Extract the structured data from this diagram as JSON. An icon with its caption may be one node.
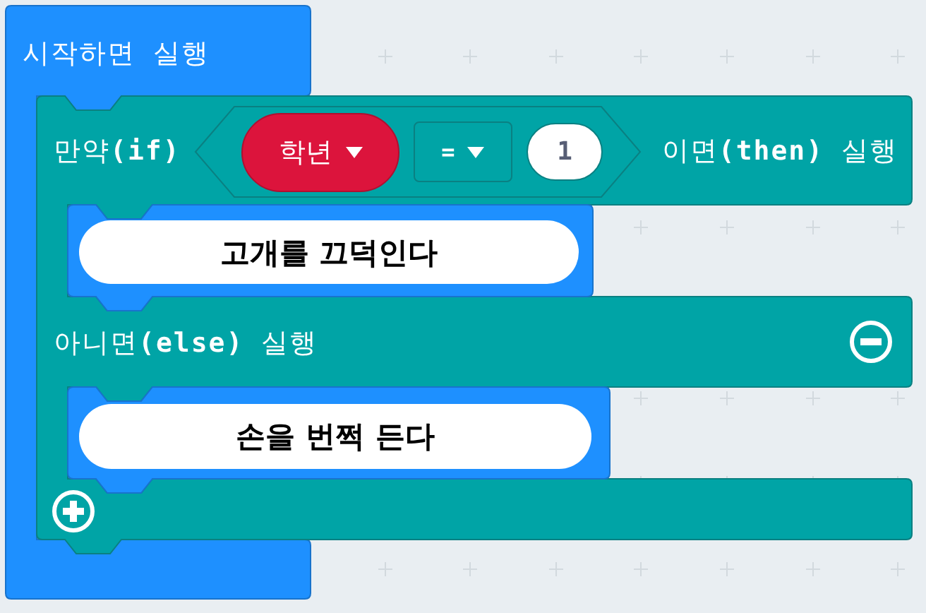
{
  "diagram": {
    "nodes": [
      {
        "text": [
          "시작하면 실행"
        ]
      },
      {
        "text": [
          "만약**(if)**",
          "이면**(then)** 실행",
          "아니면**(else)** 실행"
        ]
      },
      {
        "text": [],
        "shape": "hexagon",
        "in": 1
      },
      {
        "text": [
          "학년"
        ],
        "in": 2
      },
      {
        "text": [
          "="
        ],
        "in": 2
      },
      {
        "text": [
          "1"
        ],
        "in": 2
      },
      {
        "text": [
          "고개를 끄덕인다"
        ],
        "in": 1
      },
      {
        "text": [
          "손을 번쩍 든다"
        ],
        "in": 1
      }
    ]
  }
}
